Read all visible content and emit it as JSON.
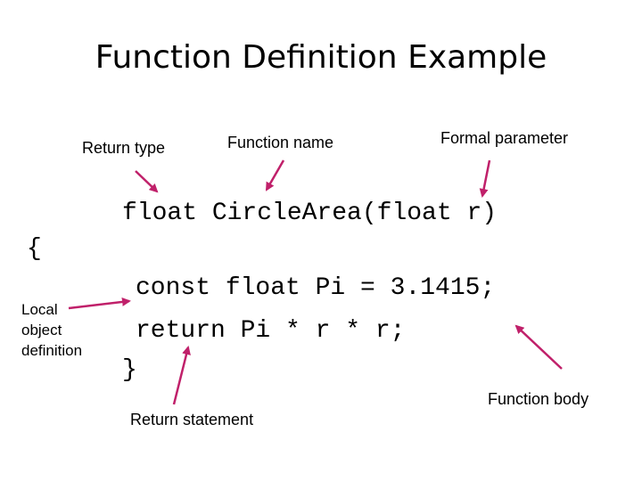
{
  "title": "Function Definition Example",
  "labels": {
    "return_type": "Return type",
    "function_name": "Function name",
    "formal_parameter": "Formal parameter",
    "local_object_1": "Local",
    "local_object_2": "object",
    "local_object_3": "definition",
    "return_statement": "Return statement",
    "function_body": "Function body"
  },
  "code": {
    "signature": "float CircleArea(float r)",
    "open_brace": "{",
    "line1": "const float Pi = 3.1415;",
    "line2": "return Pi * r * r;",
    "close_brace": "}"
  },
  "colors": {
    "arrow": "#c0206a"
  }
}
